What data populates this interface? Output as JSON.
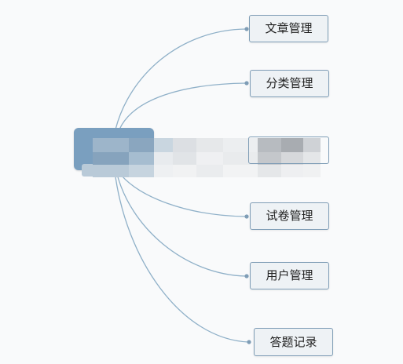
{
  "mindmap": {
    "root": {
      "label": "",
      "color": "#7a9fbf"
    },
    "branches": [
      {
        "label": "文章管理"
      },
      {
        "label": "分类管理"
      },
      {
        "label": ""
      },
      {
        "label": "试卷管理"
      },
      {
        "label": "用户管理"
      },
      {
        "label": "答题记录"
      }
    ],
    "line_color": "#8fb0c8",
    "node_border_color": "#7f9db6",
    "node_fill_color": "#eef2f5"
  }
}
